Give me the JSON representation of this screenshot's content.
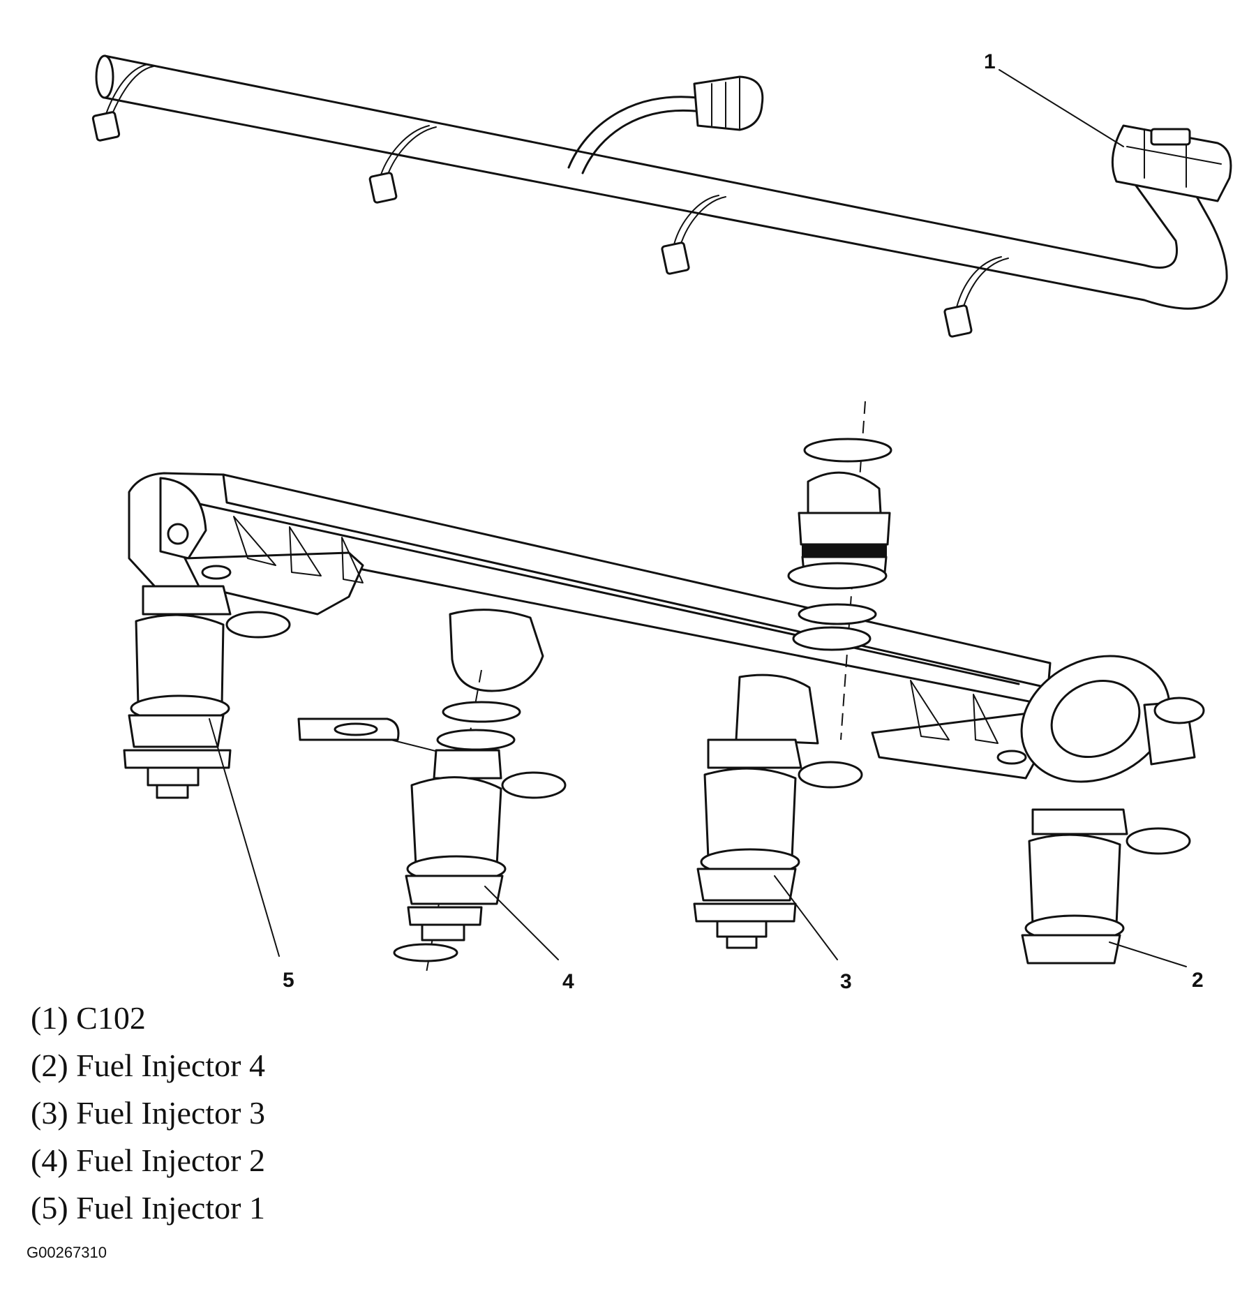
{
  "callouts": [
    {
      "number": "1",
      "label": "C102"
    },
    {
      "number": "2",
      "label": "Fuel Injector 4"
    },
    {
      "number": "3",
      "label": "Fuel Injector 3"
    },
    {
      "number": "4",
      "label": "Fuel Injector 2"
    },
    {
      "number": "5",
      "label": "Fuel Injector 1"
    }
  ],
  "legend": [
    "(1) C102",
    "(2) Fuel Injector 4",
    "(3) Fuel Injector 3",
    "(4) Fuel Injector 2",
    "(5) Fuel Injector 1"
  ],
  "figure_id": "G00267310"
}
